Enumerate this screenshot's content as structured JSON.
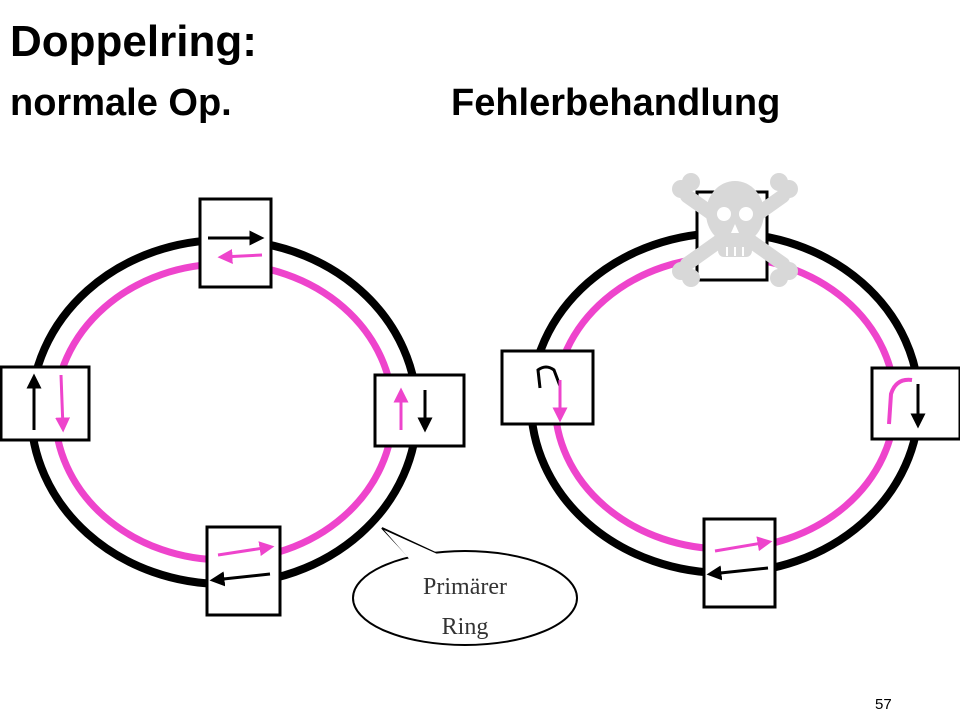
{
  "header": {
    "title": "Doppelring:",
    "left_subtitle": "normale Op.",
    "right_subtitle": "Fehlerbehandlung"
  },
  "callout": {
    "line1": "Primärer",
    "line2": "Ring"
  },
  "footer": {
    "page_number": "57"
  },
  "colors": {
    "primary_ring": "#ee44cc",
    "secondary_ring": "#000000",
    "skull": "#d8d8d8"
  },
  "icons": {
    "failed_station": "skull-and-crossbones-icon"
  }
}
